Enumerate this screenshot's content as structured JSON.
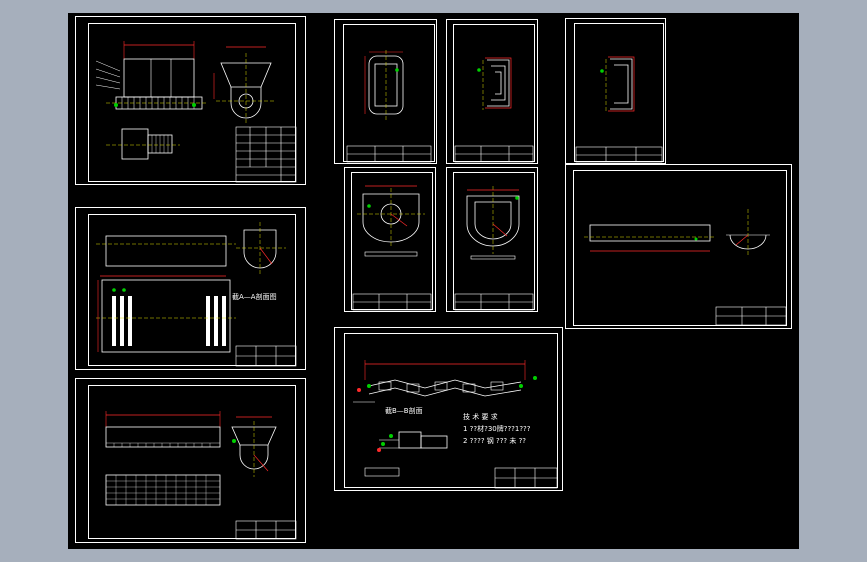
{
  "colors": {
    "background": "#a6afbc",
    "canvas": "#000000",
    "outline": "#ffffff",
    "dimension": "#ff2a2a",
    "centerline": "#e0e000",
    "accent_green": "#00d000",
    "accent_cyan": "#00e0e0"
  },
  "annotations": {
    "section_a_label": "截A—A剖面图",
    "section_b_label": "截B—B剖面",
    "tech_title": "技 术 要 求",
    "tech_line_1": "1 ??材?30牌???1???",
    "tech_line_2": "2 ???? 钢 ??? 未 ??"
  }
}
